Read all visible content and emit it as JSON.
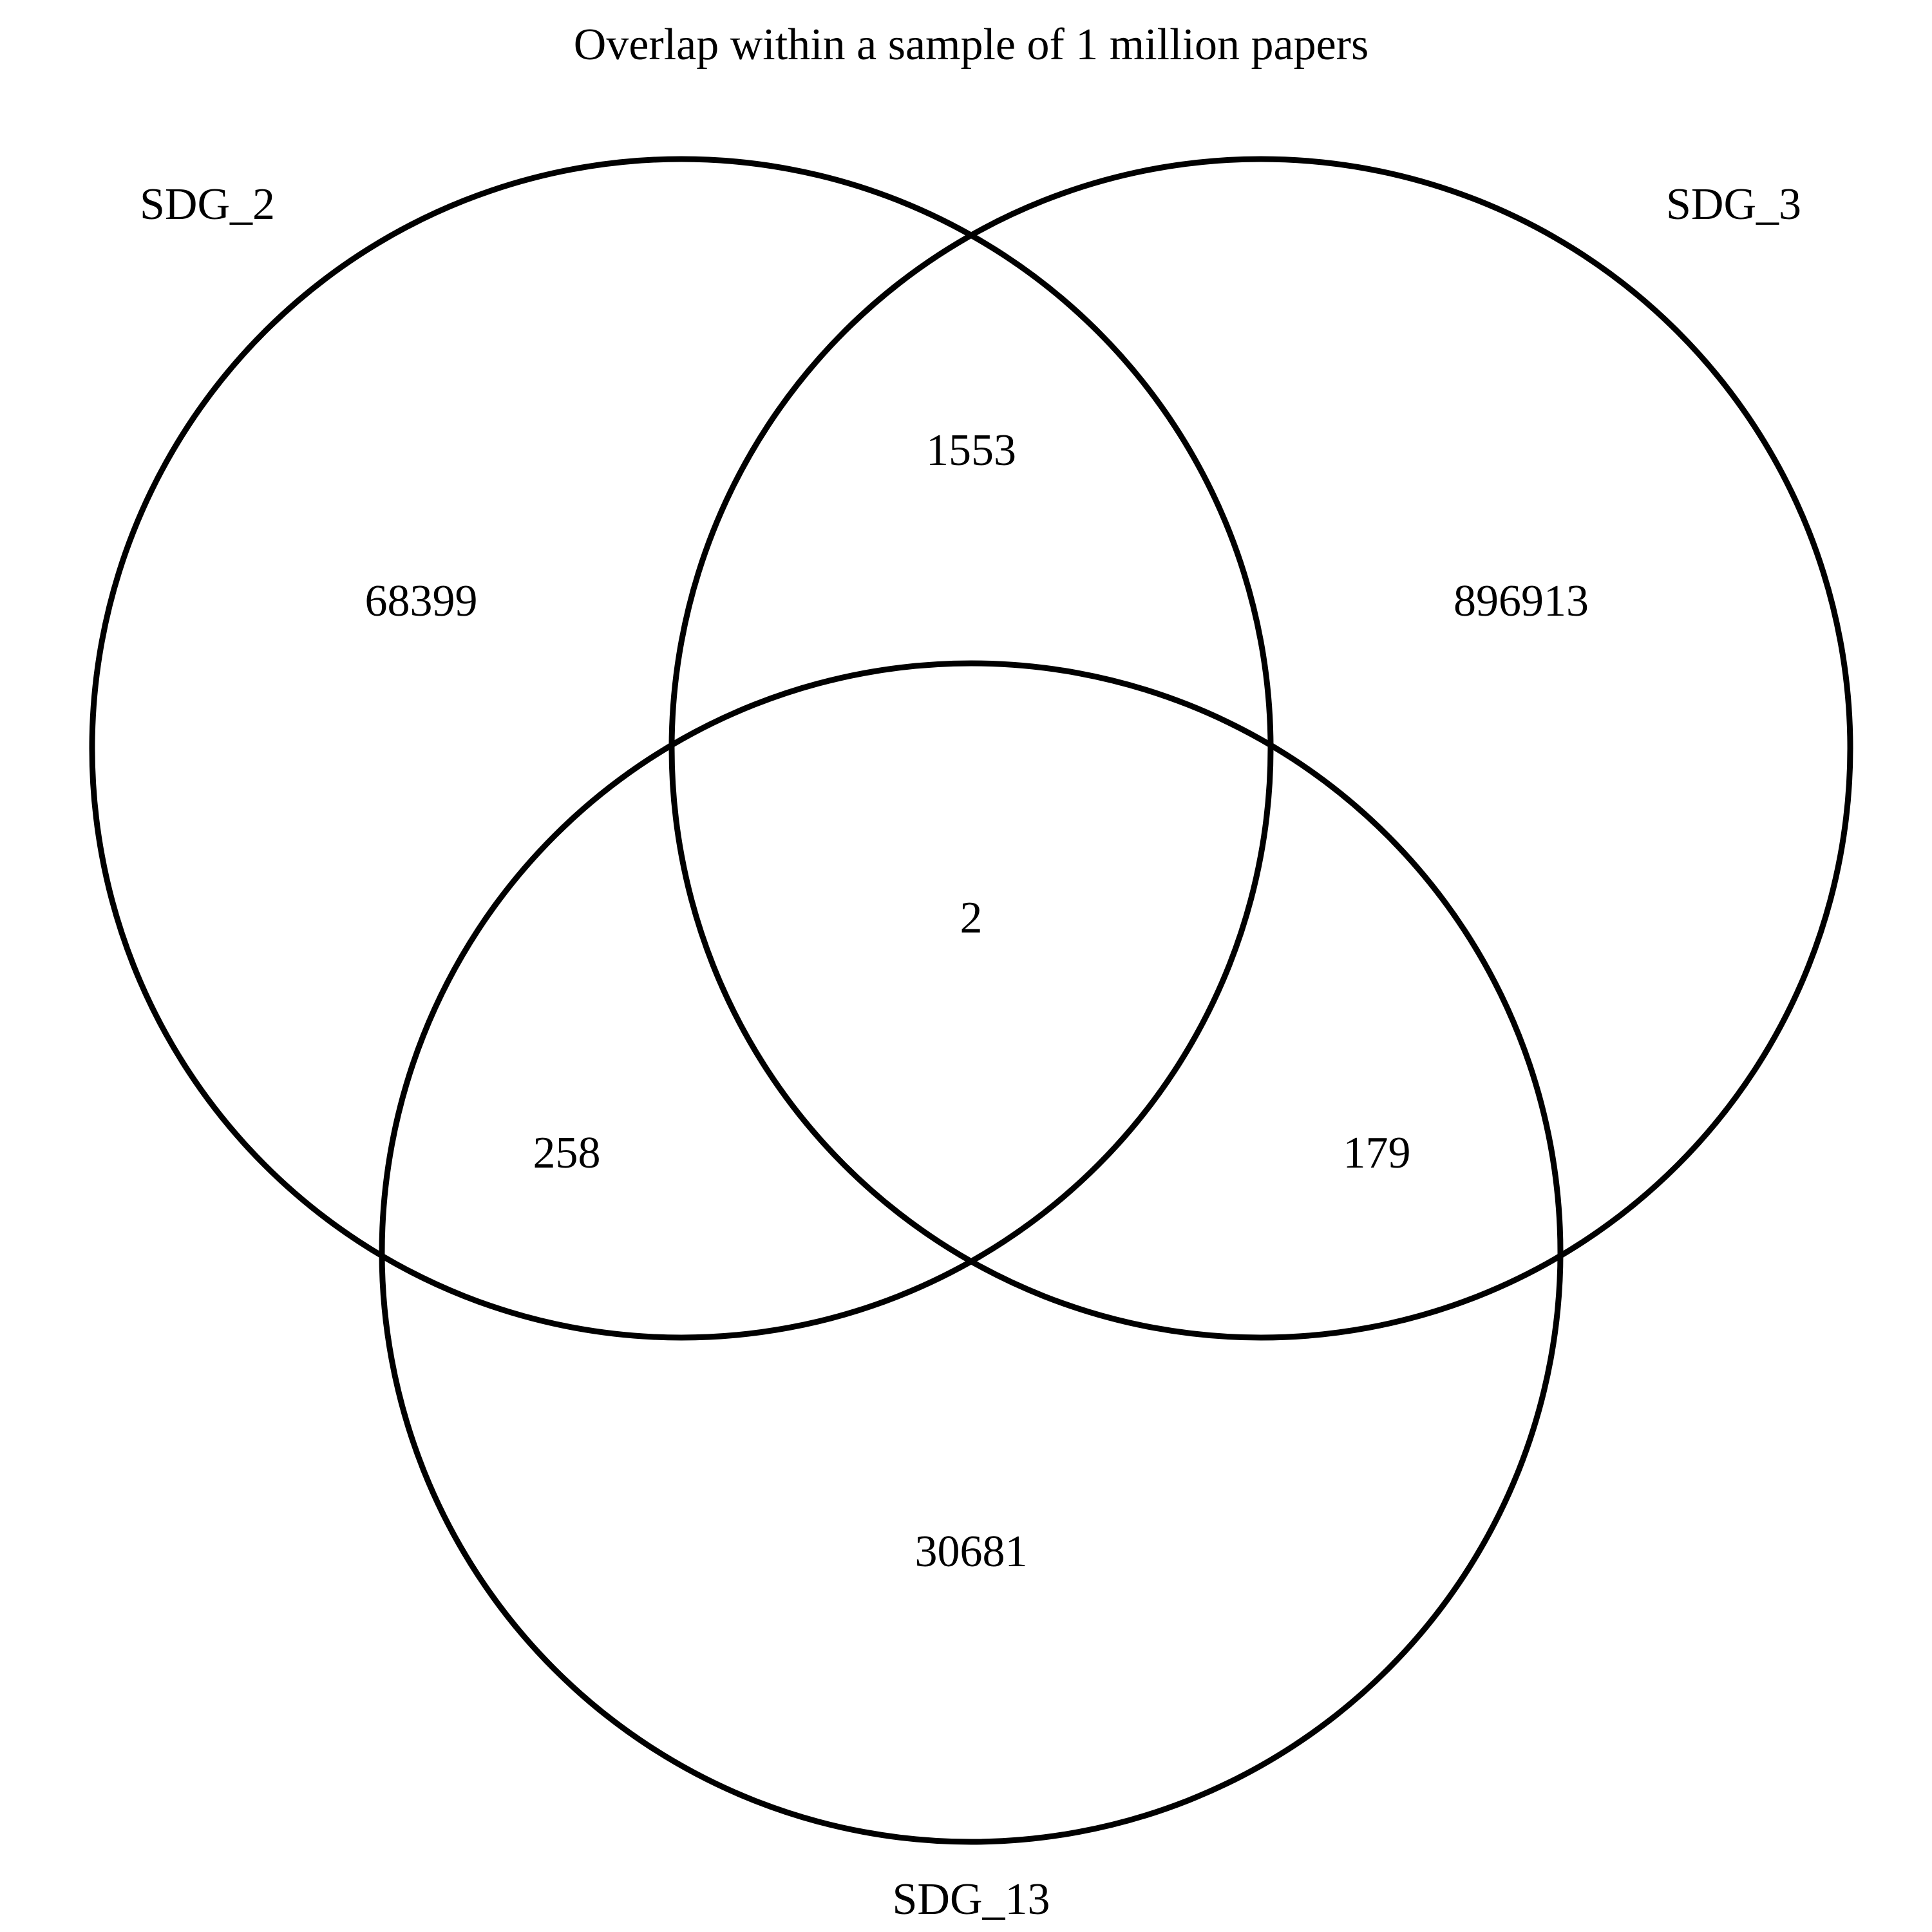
{
  "diagram": {
    "type": "venn3",
    "title": "Overlap within a sample of 1 million papers",
    "sets": {
      "a": "SDG_2",
      "b": "SDG_3",
      "c": "SDG_13"
    },
    "regions": {
      "a_only": "68399",
      "b_only": "896913",
      "c_only": "30681",
      "ab": "1553",
      "ac": "258",
      "bc": "179",
      "abc": "2"
    },
    "colors": {
      "stroke": "#000000",
      "background": "#ffffff"
    }
  }
}
